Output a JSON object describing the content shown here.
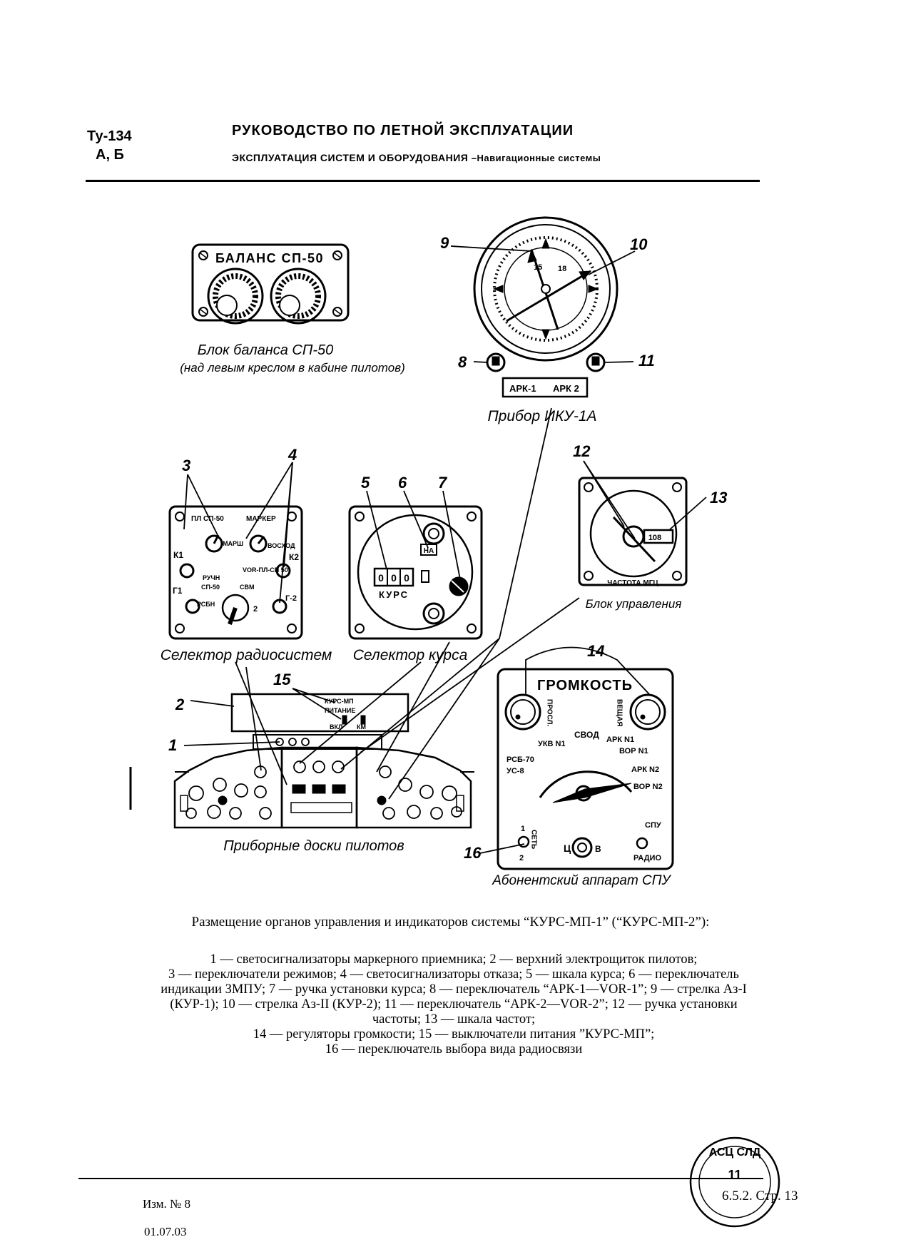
{
  "header": {
    "aircraft": "Ту-134",
    "variants": "А, Б",
    "title": "РУКОВОДСТВО ПО ЛЕТНОЙ ЭКСПЛУАТАЦИИ",
    "subtitle": "ЭКСПЛУАТАЦИЯ СИСТЕМ И ОБОРУДОВАНИЯ",
    "section": "–Навигационные системы"
  },
  "figure": {
    "balance_panel": {
      "label": "БАЛАНС СП-50",
      "caption_1": "Блок баланса СП-50",
      "caption_2": "(над левым креслом в кабине пилотов)"
    },
    "iku": {
      "arc_switch_1": "АРК-1",
      "arc_switch_2": "АРК 2",
      "caption": "Прибор ИКУ-1А",
      "dial_15": "15",
      "dial_18": "18"
    },
    "radio_selector": {
      "labels": [
        "ПЛ СП-50",
        "МАРКЕР",
        "МАРШ",
        "ВОСХОД",
        "К1",
        "К2",
        "VOR-ПЛ-СП 50",
        "РУЧН",
        "Г1",
        "Г-2",
        "СП-50",
        "СВМ",
        "РСБН",
        "2"
      ],
      "caption": "Селектор радиосистем"
    },
    "course_selector": {
      "scale_label": "КУРС",
      "scale_digits": [
        "0",
        "0",
        "0"
      ],
      "na_label": "НА",
      "caption": "Селектор курса"
    },
    "control_block": {
      "freq_display": "108",
      "freq_label": "ЧАСТОТА МГЦ",
      "caption": "Блок управления"
    },
    "spu": {
      "volume_label": "ГРОМКОСТЬ",
      "left_knob_label": "ПРОСЛ.",
      "right_knob_label": "ВЕЩАЯ",
      "positions": [
        "УКВ N1",
        "СВОД",
        "АРК N1",
        "ВОР N1",
        "РСБ-70",
        "УС-8",
        "АРК N2",
        "ВОР N2"
      ],
      "spu_label": "СПУ",
      "radio_label": "РАДИО",
      "net_label": "СЕТЬ",
      "c_label": "Ц",
      "v_label": "В",
      "one_label": "1",
      "two_label": "2",
      "caption": "Абонентский аппарат СПУ"
    },
    "electro_panel": {
      "label_1": "КУРС-МП",
      "label_2": "ПИТАНИЕ",
      "label_3": "ВКЛ",
      "label_4": "КМ"
    },
    "dash_caption": "Приборные доски пилотов",
    "callouts": [
      "1",
      "2",
      "3",
      "4",
      "5",
      "6",
      "7",
      "8",
      "9",
      "10",
      "11",
      "12",
      "13",
      "14",
      "15",
      "16"
    ]
  },
  "caption": "Размещение органов управления и индикаторов системы “КУРС-МП-1” (“КУРС-МП-2”):",
  "legend": [
    "1 — светосигнализаторы маркерного приемника; 2 — верхний электрощиток пилотов;",
    "3 — переключатели режимов; 4 — светосигнализаторы отказа; 5 — шкала курса; 6 — переключатель",
    "индикации ЗМПУ; 7 — ручка установки курса; 8 — переключатель “АРК-1—VOR-1”; 9 — стрелка Аз-I",
    "(КУР-1); 10 — стрелка Аз-II (КУР-2); 11 — переключатель “АРК-2—VOR-2”; 12 — ручка установки",
    "частоты; 13 — шкала частот;",
    "14 — регуляторы громкости; 15 — выключатели питания ”КУРС-МП”;",
    "16 — переключатель выбора вида радиосвязи"
  ],
  "footer": {
    "revision": "Изм. № 8",
    "date": "01.07.03",
    "page": "6.5.2. Стр. 13",
    "stamp_text": "АСЦ СЛД",
    "stamp_num": "11"
  }
}
